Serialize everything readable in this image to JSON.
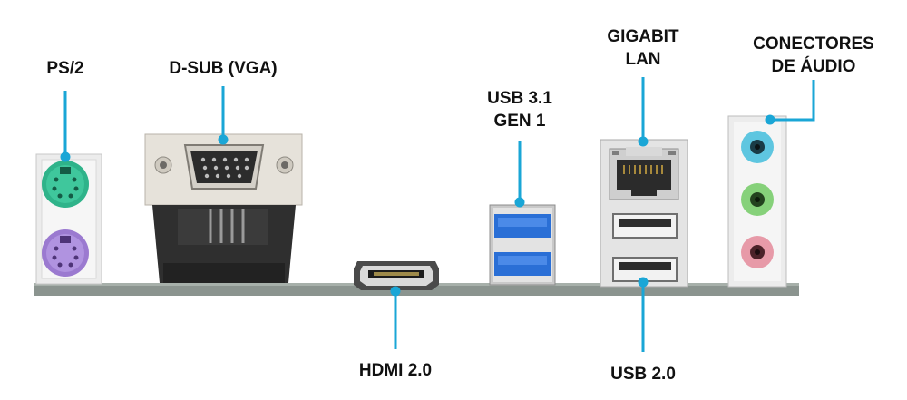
{
  "labels": {
    "ps2": "PS/2",
    "dsub": "D-SUB (VGA)",
    "usb31": [
      "USB 3.1",
      "GEN 1"
    ],
    "gigabit": [
      "GIGABIT",
      "LAN"
    ],
    "audio": [
      "CONECTORES",
      "DE ÁUDIO"
    ],
    "hdmi": "HDMI 2.0",
    "usb20": "USB 2.0"
  },
  "colors": {
    "callout": "#1aa6d6",
    "ps2_keyboard": "#2fb38a",
    "ps2_mouse": "#9b7ad0",
    "usb3": "#2a6fd6",
    "audio_blue": "#5ec6e0",
    "audio_green": "#86d17a",
    "audio_pink": "#e79aa8",
    "board": "#8b948f",
    "bracket": "#ececec"
  }
}
